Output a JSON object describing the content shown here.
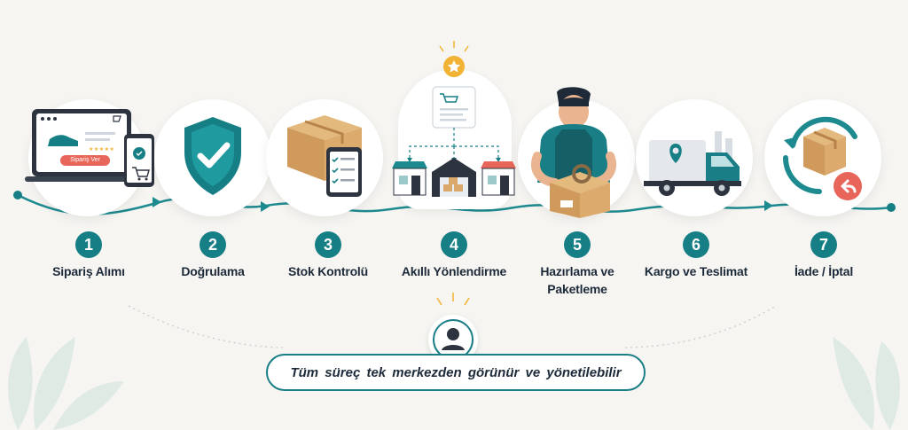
{
  "steps": [
    {
      "number": "1",
      "label": "Sipariş Alımı",
      "icon": "laptop-phone-order-icon"
    },
    {
      "number": "2",
      "label": "Doğrulama",
      "icon": "shield-check-icon"
    },
    {
      "number": "3",
      "label": "Stok Kontrolü",
      "icon": "box-checklist-icon"
    },
    {
      "number": "4",
      "label": "Akıllı Yönlendirme",
      "icon": "routing-stores-icon"
    },
    {
      "number": "5",
      "label": "Hazırlama ve Paketleme",
      "icon": "worker-packing-icon"
    },
    {
      "number": "6",
      "label": "Kargo ve Teslimat",
      "icon": "delivery-truck-icon"
    },
    {
      "number": "7",
      "label": "İade / İptal",
      "icon": "return-box-icon"
    }
  ],
  "order_button_label": "Sipariş Ver",
  "summary_text": "Tüm süreç tek merkezden görünür ve yönetilebilir",
  "colors": {
    "primary": "#167f86",
    "text": "#1d2a3a",
    "accent_red": "#e8655a",
    "box": "#d9a86a",
    "star": "#f2b233"
  }
}
